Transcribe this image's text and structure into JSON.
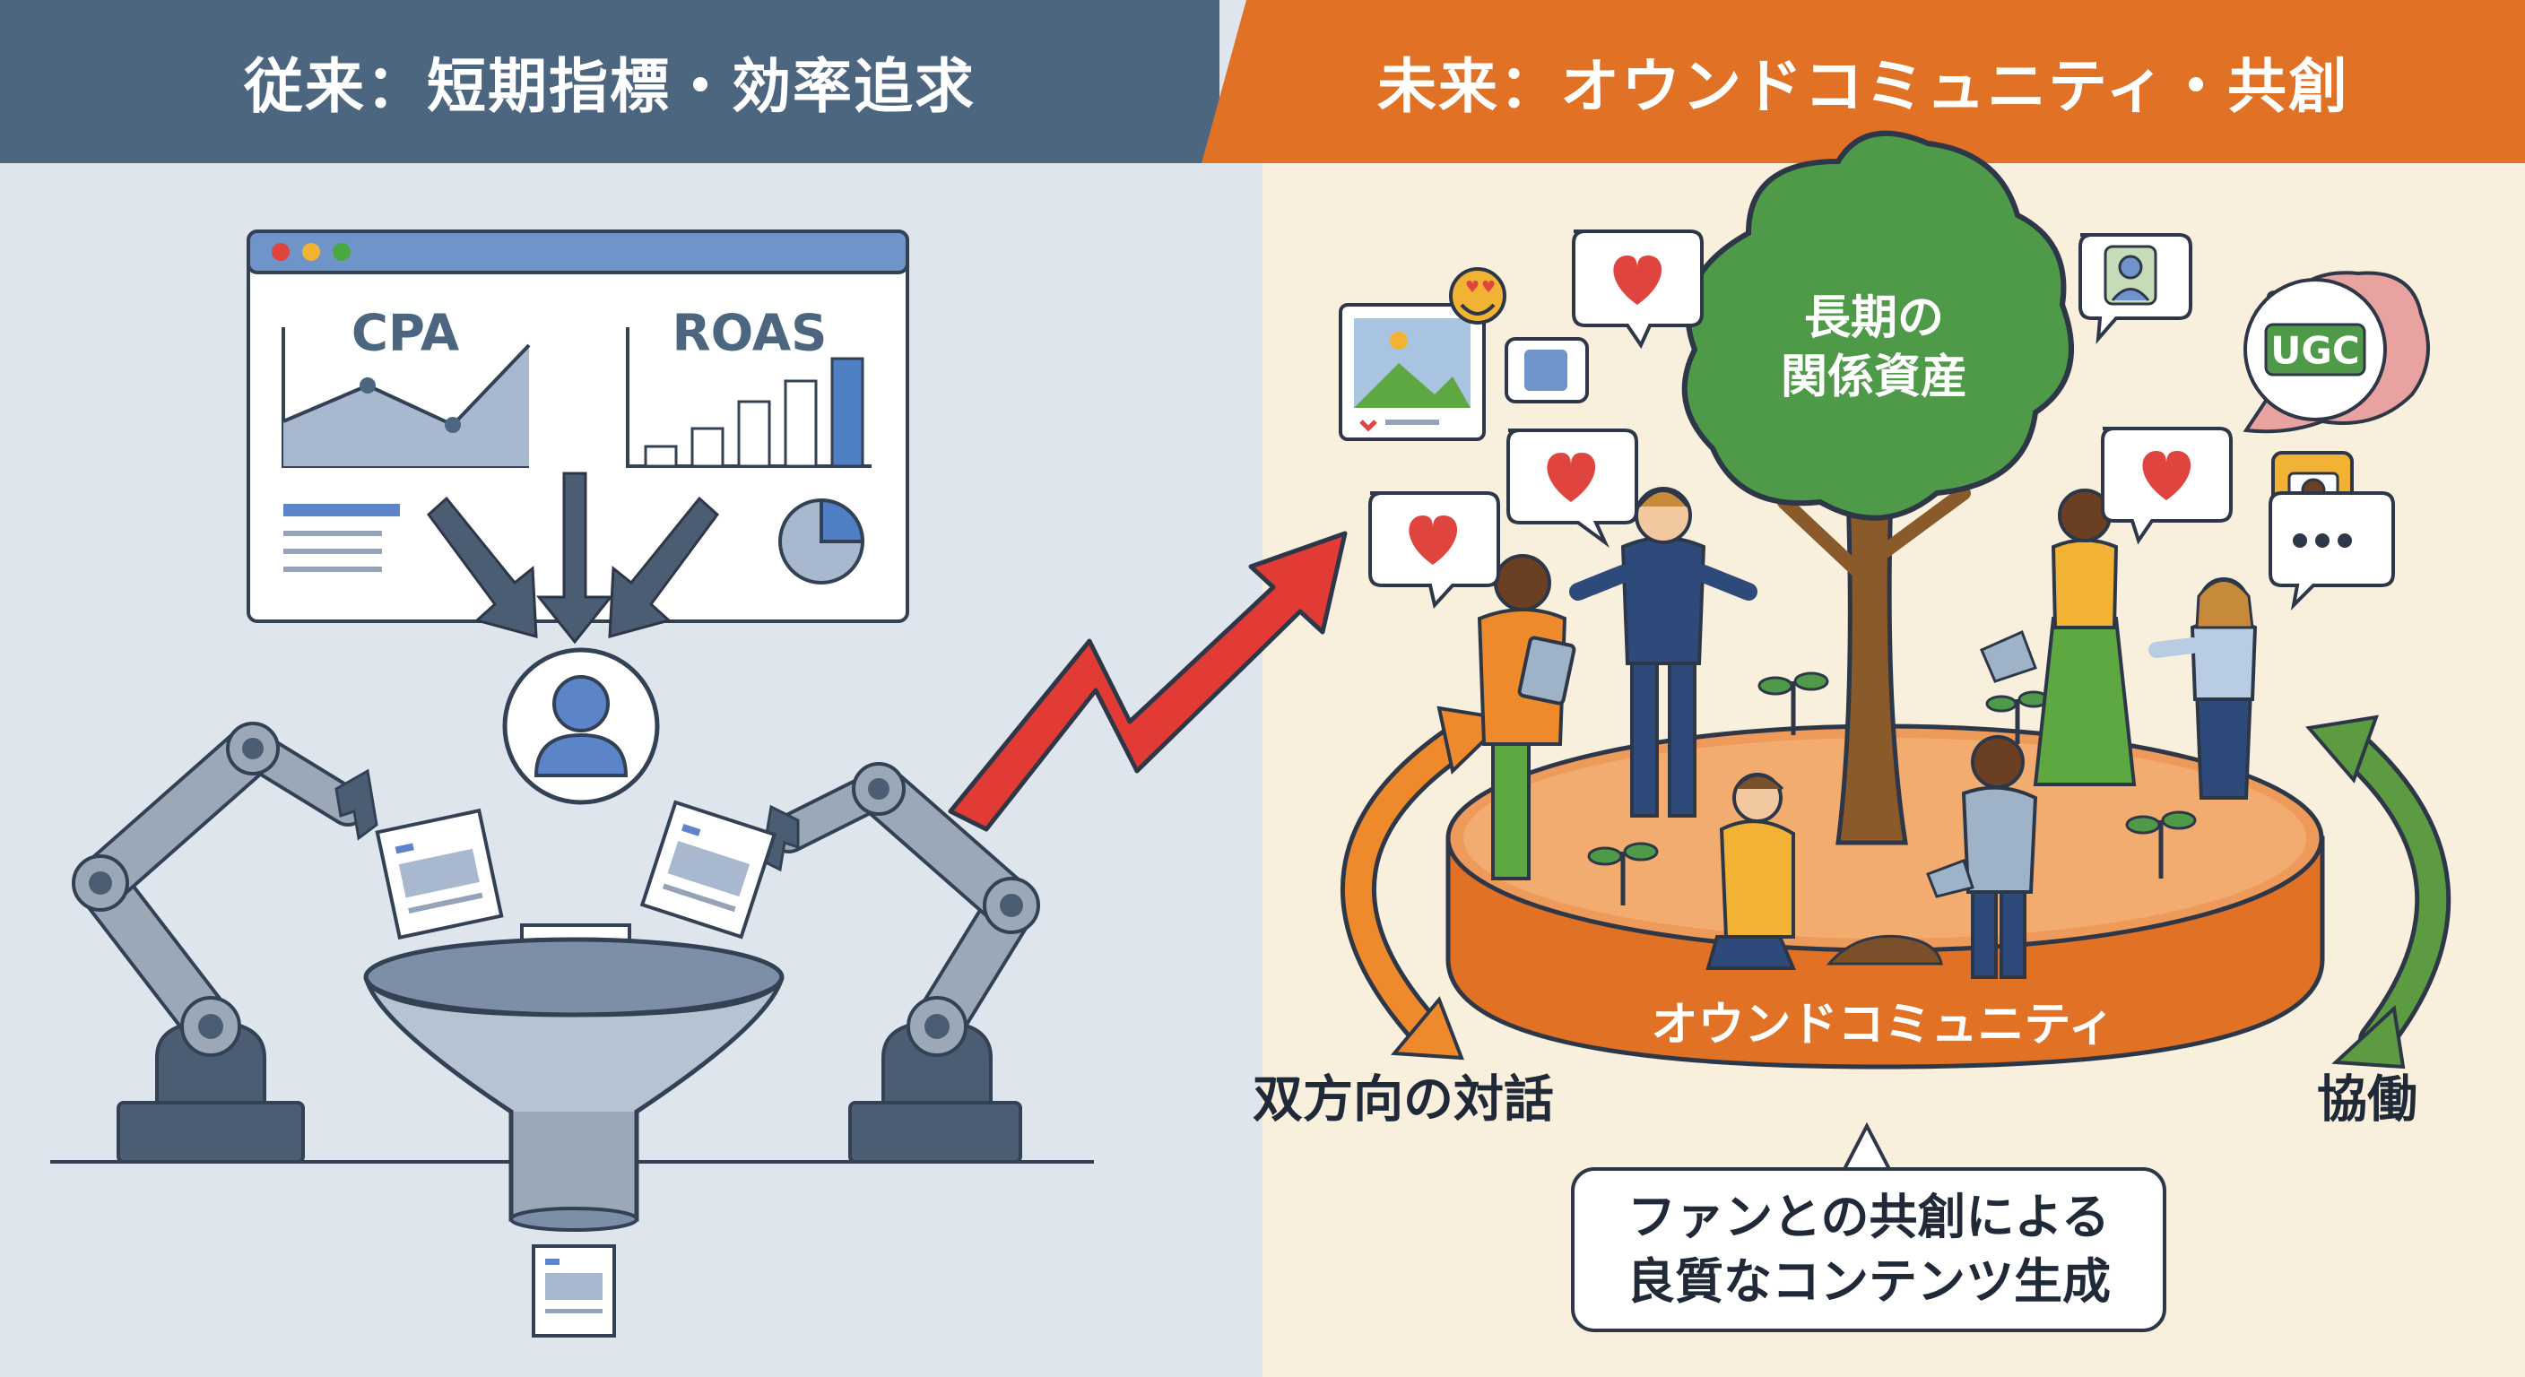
{
  "header": {
    "left_title": "従来：短期指標・効率追求",
    "right_title": "未来：オウンドコミュニティ・共創"
  },
  "left": {
    "dashboard": {
      "line_chart_label": "CPA",
      "bar_chart_label": "ROAS"
    }
  },
  "right": {
    "tree_label_line1": "長期の",
    "tree_label_line2": "関係資産",
    "ugc_badge": "UGC",
    "platform_label": "オウンドコミュニティ",
    "left_cycle_label": "双方向の対話",
    "right_cycle_label": "協働",
    "callout_line1": "ファンとの共創による",
    "callout_line2": "良質なコンテンツ生成"
  },
  "colors": {
    "left_header_bg": "#4d6680",
    "right_header_bg": "#e07125",
    "left_bg": "#dfe5ec",
    "right_bg": "#f8efdc",
    "transition_arrow": "#e23b36",
    "tree_green": "#4e9a48",
    "cycle_orange": "#ee8a2b",
    "cycle_green": "#5c9b42"
  }
}
